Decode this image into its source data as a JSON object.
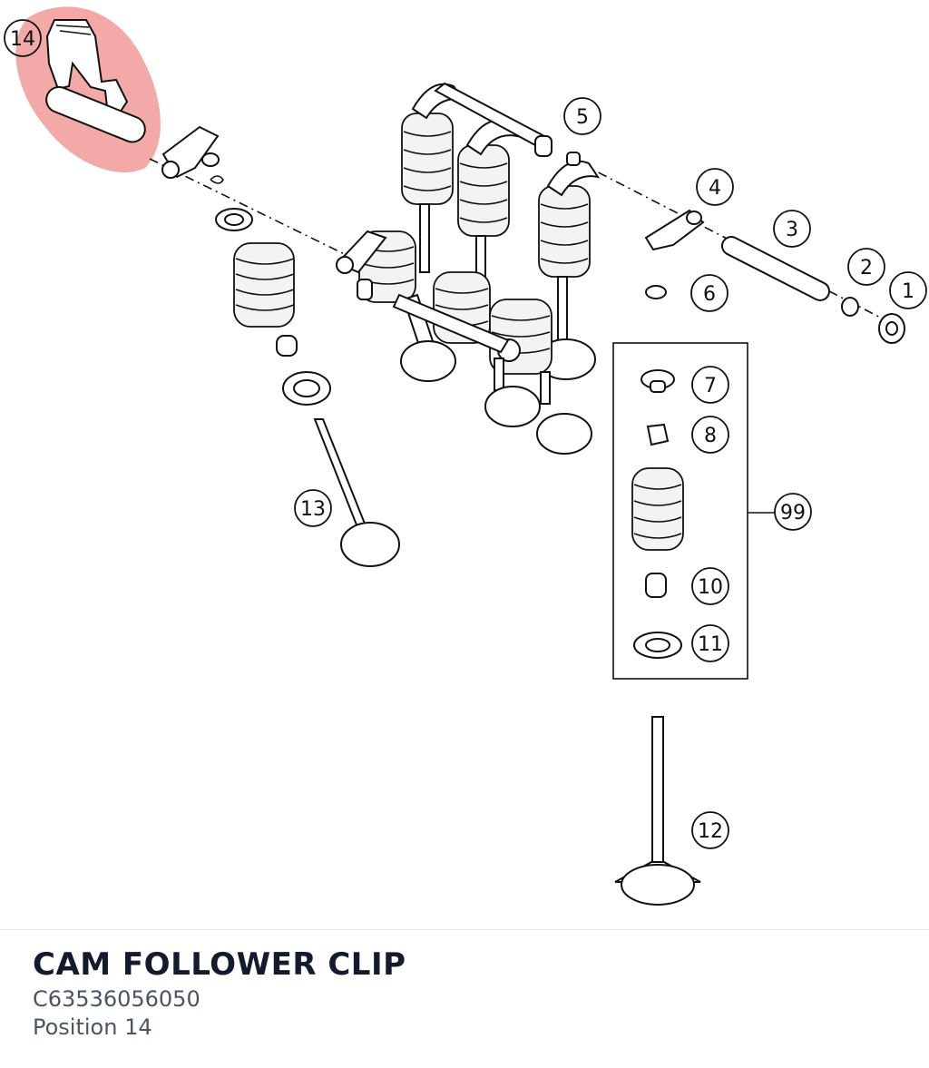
{
  "part": {
    "name": "CAM FOLLOWER CLIP",
    "number": "C63536056050",
    "position_label": "Position 14"
  },
  "colors": {
    "highlight": "#f29a9a",
    "line": "#111111",
    "title": "#141b2d",
    "subtitle": "#4b5563"
  },
  "callouts": {
    "c1": "1",
    "c2": "2",
    "c3": "3",
    "c4": "4",
    "c5": "5",
    "c6": "6",
    "c7": "7",
    "c8": "8",
    "c10": "10",
    "c11": "11",
    "c12": "12",
    "c13": "13",
    "c14": "14",
    "c99": "99"
  },
  "highlighted_callout": "14"
}
